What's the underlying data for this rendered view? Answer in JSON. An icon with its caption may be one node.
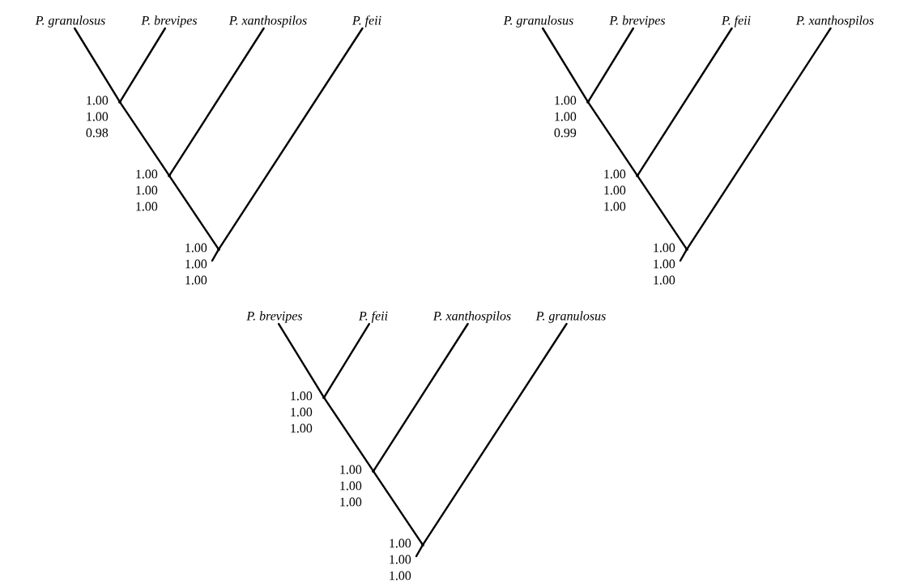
{
  "diagram": {
    "nodes": [
      {
        "text": [
          "*P. granulosus*"
        ]
      },
      {
        "text": [
          "*P. brevipes*"
        ]
      },
      {
        "text": [
          "*P. xanthospilos*"
        ]
      },
      {
        "text": [
          "*P. feii*"
        ]
      },
      {
        "text": [],
        "shape": "point",
        "beside": [
          "1.00",
          "1.00",
          "0.98"
        ]
      },
      {
        "text": [],
        "shape": "point",
        "beside": [
          "1.00",
          "1.00",
          "1.00"
        ]
      },
      {
        "text": [],
        "shape": "point",
        "beside": [
          "1.00",
          "1.00",
          "1.00"
        ]
      },
      {
        "text": [
          "*P. granulosus*"
        ]
      },
      {
        "text": [
          "*P. brevipes*"
        ]
      },
      {
        "text": [
          "*P. feii*"
        ]
      },
      {
        "text": [
          "*P. xanthospilos*"
        ]
      },
      {
        "text": [],
        "shape": "point",
        "beside": [
          "1.00",
          "1.00",
          "0.99"
        ]
      },
      {
        "text": [],
        "shape": "point",
        "beside": [
          "1.00",
          "1.00",
          "1.00"
        ]
      },
      {
        "text": [],
        "shape": "point",
        "beside": [
          "1.00",
          "1.00",
          "1.00"
        ]
      },
      {
        "text": [
          "*P. brevipes*"
        ]
      },
      {
        "text": [
          "*P. feii*"
        ]
      },
      {
        "text": [
          "*P. xanthospilos*"
        ]
      },
      {
        "text": [
          "*P. granulosus*"
        ]
      },
      {
        "text": [],
        "shape": "point",
        "beside": [
          "1.00",
          "1.00",
          "1.00"
        ]
      },
      {
        "text": [],
        "shape": "point",
        "beside": [
          "1.00",
          "1.00",
          "1.00"
        ]
      },
      {
        "text": [],
        "shape": "point",
        "beside": [
          "1.00",
          "1.00",
          "1.00"
        ]
      }
    ],
    "edges": [
      {
        "from": 4,
        "to": 0,
        "arrow": "none"
      },
      {
        "from": 4,
        "to": 1,
        "arrow": "none"
      },
      {
        "from": 5,
        "to": 4,
        "arrow": "none"
      },
      {
        "from": 5,
        "to": 2,
        "arrow": "none"
      },
      {
        "from": 6,
        "to": 5,
        "arrow": "none"
      },
      {
        "from": 6,
        "to": 3,
        "arrow": "none"
      },
      {
        "from": 6,
        "to": null,
        "arrow": "none"
      },
      {
        "from": 11,
        "to": 7,
        "arrow": "none"
      },
      {
        "from": 11,
        "to": 8,
        "arrow": "none"
      },
      {
        "from": 12,
        "to": 11,
        "arrow": "none"
      },
      {
        "from": 12,
        "to": 9,
        "arrow": "none"
      },
      {
        "from": 13,
        "to": 12,
        "arrow": "none"
      },
      {
        "from": 13,
        "to": 10,
        "arrow": "none"
      },
      {
        "from": 13,
        "to": null,
        "arrow": "none"
      },
      {
        "from": 18,
        "to": 14,
        "arrow": "none"
      },
      {
        "from": 18,
        "to": 15,
        "arrow": "none"
      },
      {
        "from": 19,
        "to": 18,
        "arrow": "none"
      },
      {
        "from": 19,
        "to": 16,
        "arrow": "none"
      },
      {
        "from": 20,
        "to": 19,
        "arrow": "none"
      },
      {
        "from": 20,
        "to": 17,
        "arrow": "none"
      },
      {
        "from": 20,
        "to": null,
        "arrow": "none"
      }
    ]
  }
}
